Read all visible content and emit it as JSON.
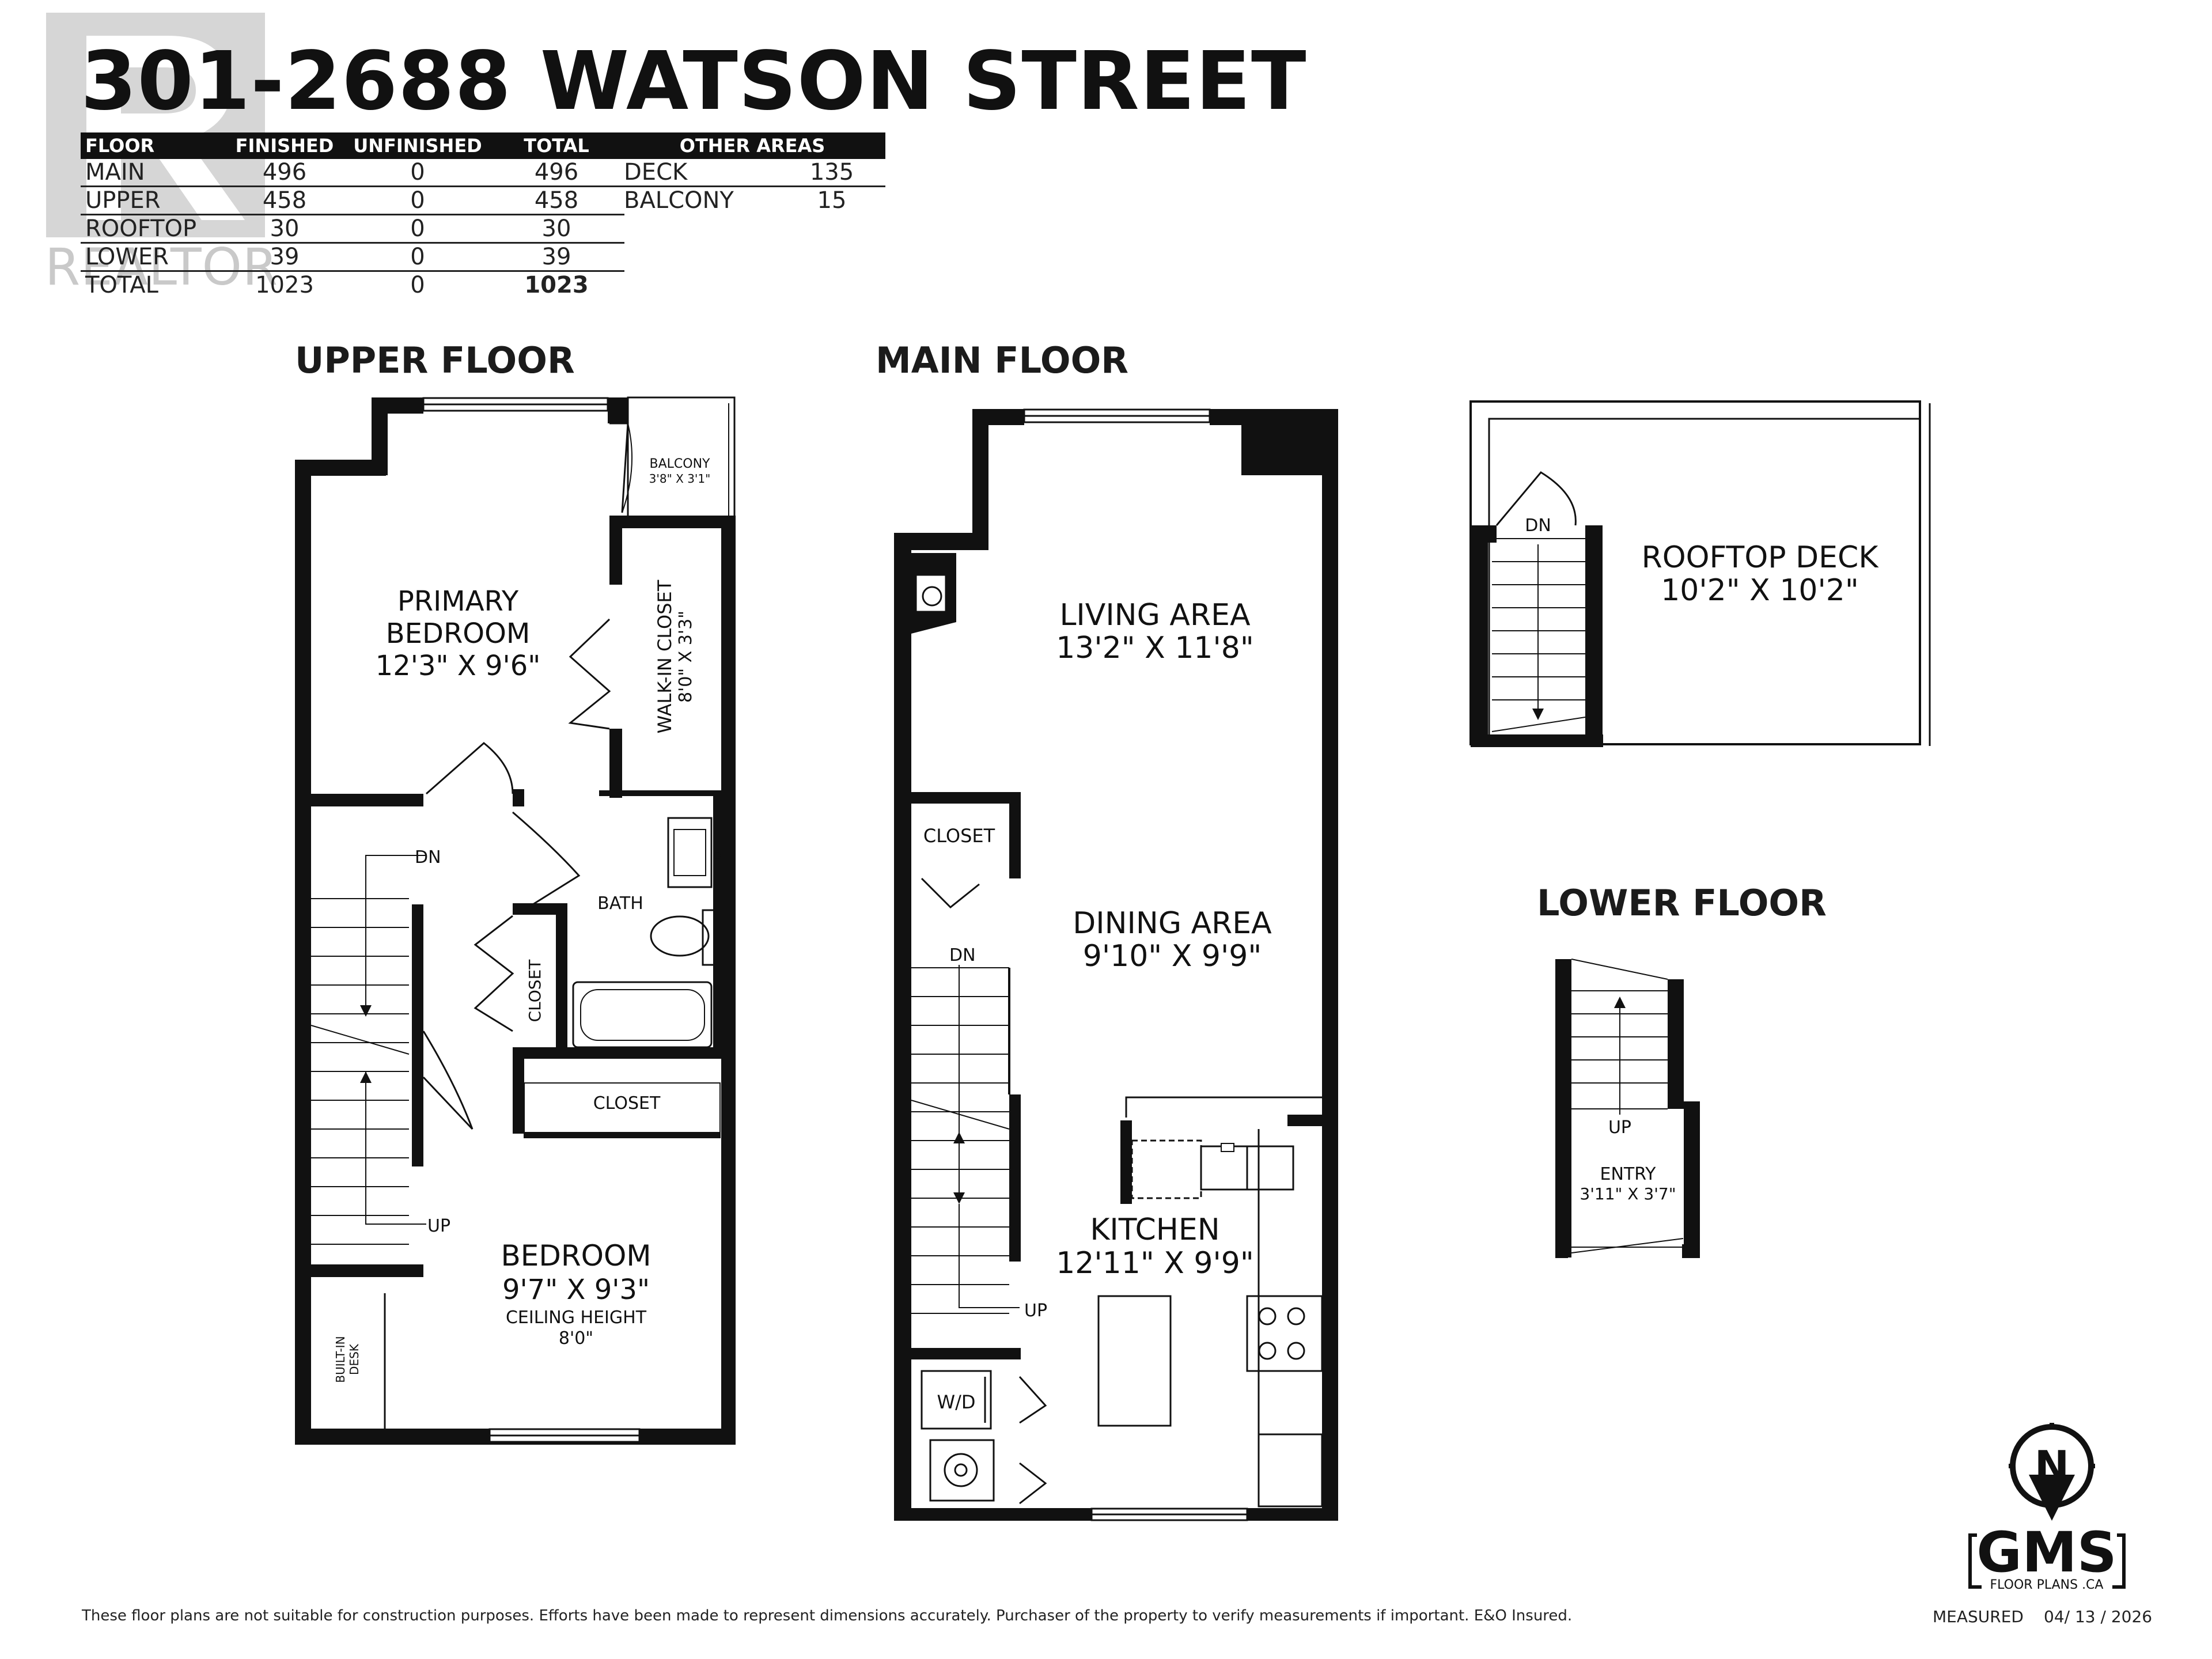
{
  "title": "301-2688 WATSON STREET",
  "watermark": {
    "text": "REALTOR",
    "logo_letter": "R"
  },
  "floor_table": {
    "headers": [
      "FLOOR",
      "FINISHED",
      "UNFINISHED",
      "TOTAL"
    ],
    "rows": [
      [
        "MAIN",
        "496",
        "0",
        "496"
      ],
      [
        "UPPER",
        "458",
        "0",
        "458"
      ],
      [
        "ROOFTOP",
        "30",
        "0",
        "30"
      ],
      [
        "LOWER",
        "39",
        "0",
        "39"
      ],
      [
        "TOTAL",
        "1023",
        "0",
        "1023"
      ]
    ]
  },
  "other_areas": {
    "header": "OTHER AREAS",
    "rows": [
      [
        "DECK",
        "135"
      ],
      [
        "BALCONY",
        "15"
      ]
    ]
  },
  "floors": {
    "upper": "UPPER FLOOR",
    "main": "MAIN FLOOR",
    "lower": "LOWER FLOOR"
  },
  "rooms": {
    "balcony": {
      "name": "BALCONY",
      "dims": "3'8\" X 3'1\""
    },
    "primary_bedroom": {
      "line1": "PRIMARY",
      "line2": "BEDROOM",
      "dims": "12'3\" X 9'6\""
    },
    "walk_in_closet": {
      "name": "WALK-IN CLOSET",
      "dims": "8'0\" X 3'3\""
    },
    "bath": "BATH",
    "upper_closet_vertical": "CLOSET",
    "upper_closet": "CLOSET",
    "bedroom": {
      "name": "BEDROOM",
      "dims": "9'7\" X 9'3\"",
      "ceiling_label": "CEILING HEIGHT",
      "ceiling_value": "8'0\""
    },
    "built_in_desk": {
      "line1": "BUILT-IN",
      "line2": "DESK"
    },
    "living_area": {
      "name": "LIVING AREA",
      "dims": "13'2\" X 11'8\""
    },
    "main_closet": "CLOSET",
    "dining_area": {
      "name": "DINING AREA",
      "dims": "9'10\" X 9'9\""
    },
    "kitchen": {
      "name": "KITCHEN",
      "dims": "12'11\" X 9'9\""
    },
    "washer_dryer": "W/D",
    "rooftop_deck": {
      "name": "ROOFTOP DECK",
      "dims": "10'2\" X 10'2\""
    },
    "entry": {
      "name": "ENTRY",
      "dims": "3'11\" X 3'7\""
    }
  },
  "stairs": {
    "down": "DN",
    "up": "UP"
  },
  "compass": {
    "letter": "N"
  },
  "brand": {
    "name": "GMS",
    "sub": "FLOOR PLANS .CA"
  },
  "footer": {
    "disclaimer": "These floor plans are not suitable for construction purposes. Efforts have been made to represent dimensions accurately.  Purchaser of the property to verify measurements if important.  E&O Insured.",
    "measured_label": "MEASURED",
    "measured_date": "04/ 13 / 2026"
  }
}
